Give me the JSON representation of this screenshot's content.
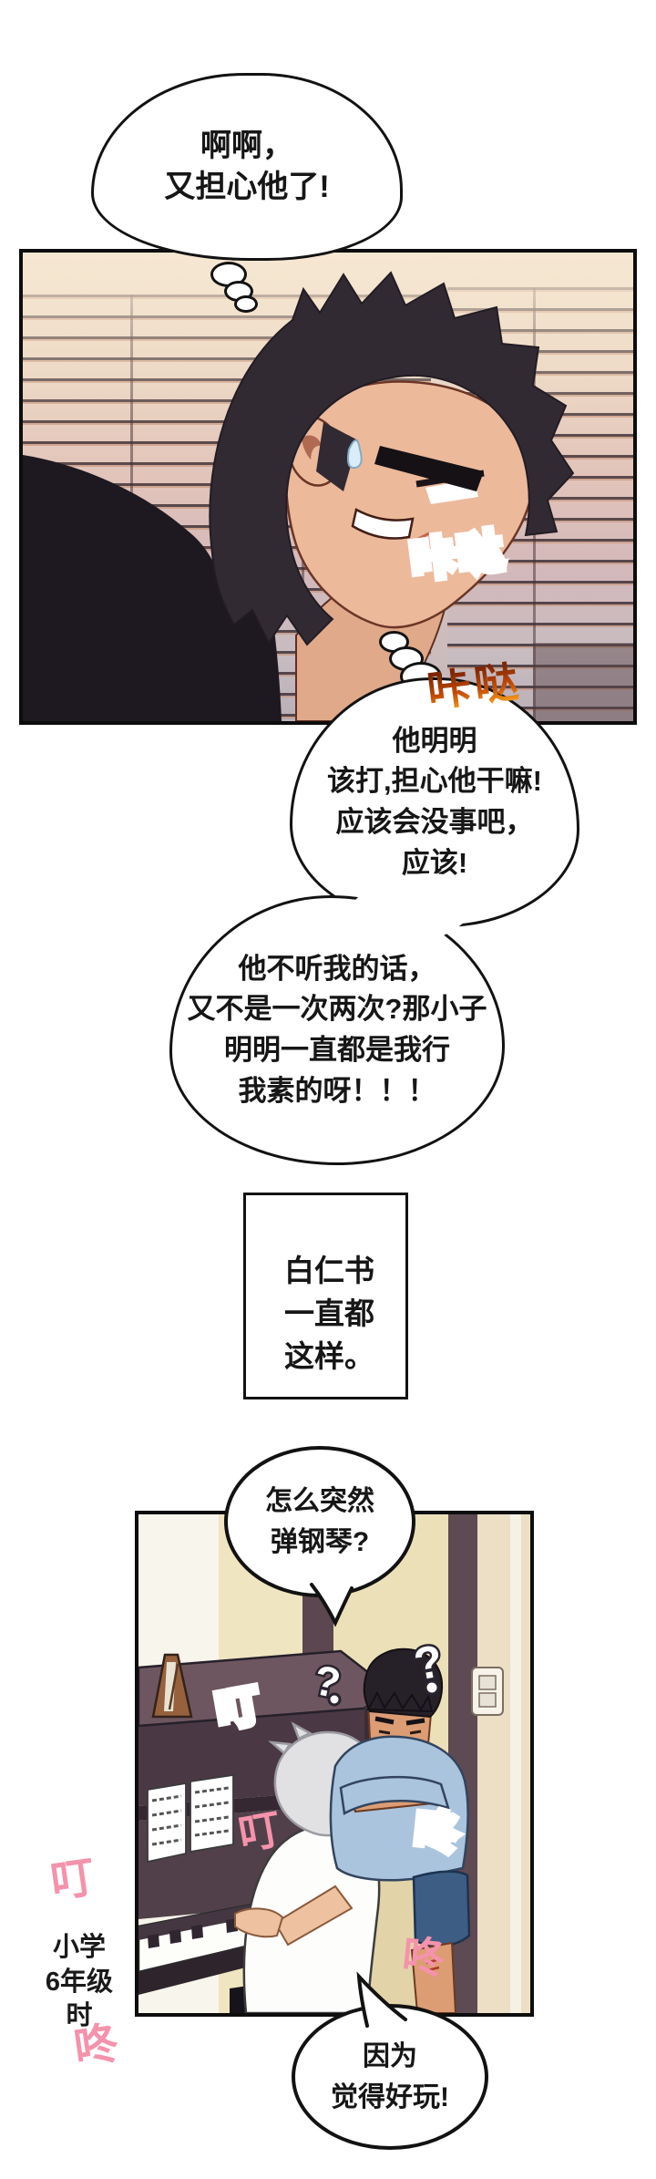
{
  "sfx": {
    "ha": "哈",
    "kada": "咔哒",
    "ding_inner": "叮",
    "dong_inner": "咚",
    "dingdong_line1": "叮",
    "dingdong_line2": "咚",
    "colors": {
      "ha": "#9c4b45",
      "kada_top": "#7e2604",
      "kada_bottom": "#f59d1e",
      "pink": "#f592ac"
    }
  },
  "thought1": {
    "line1": "啊啊，",
    "line2": "又担心他了!"
  },
  "thought2": {
    "line1": "他明明",
    "line2": "该打,担心他干嘛!",
    "line3": "应该会没事吧，",
    "line4": "应该!"
  },
  "thought3": {
    "line1": "他不听我的话，",
    "line2": "又不是一次两次?那小子",
    "line3": "明明一直都是我行",
    "line4": "我素的呀！！！"
  },
  "narration": {
    "line1": "白仁书",
    "line2": "一直都",
    "line3": "这样。"
  },
  "speech_piano": {
    "line1": "怎么突然",
    "line2": "弹钢琴?"
  },
  "speech_fun": {
    "line1": "因为",
    "line2": "觉得好玩!"
  },
  "caption": {
    "line1": "小学",
    "line2": "6年级",
    "line3": "时"
  },
  "question_marks": {
    "q1": "?",
    "q2": "?"
  }
}
